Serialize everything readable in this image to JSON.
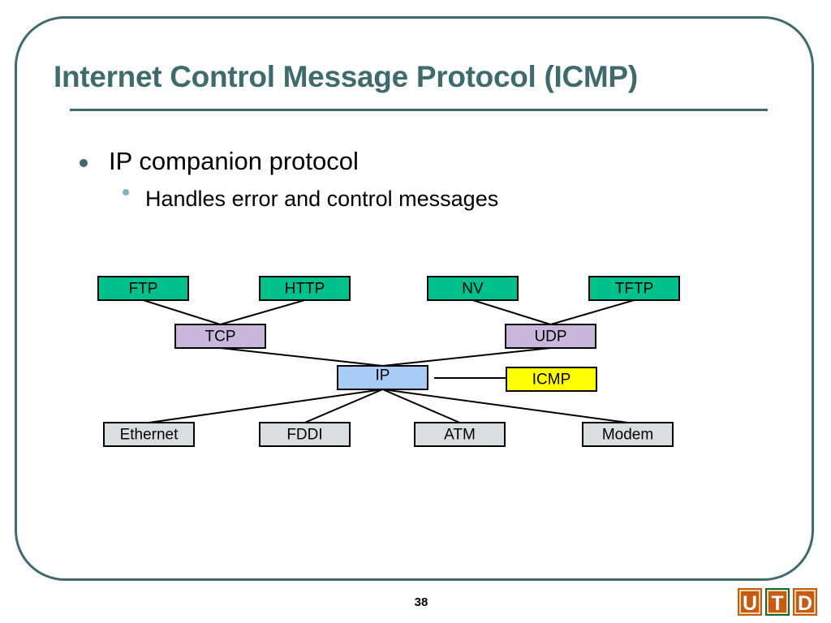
{
  "slide": {
    "title": "Internet Control Message Protocol (ICMP)",
    "bullets": [
      {
        "text": "IP companion protocol"
      },
      {
        "text": "Handles error and control messages"
      }
    ],
    "page_number": "38",
    "logo_letters": [
      "U",
      "T",
      "D"
    ]
  },
  "diagram": {
    "nodes": {
      "ftp": {
        "label": "FTP",
        "fill": "#00c08b"
      },
      "http": {
        "label": "HTTP",
        "fill": "#00c08b"
      },
      "nv": {
        "label": "NV",
        "fill": "#00c08b"
      },
      "tftp": {
        "label": "TFTP",
        "fill": "#00c08b"
      },
      "tcp": {
        "label": "TCP",
        "fill": "#c8b7da"
      },
      "udp": {
        "label": "UDP",
        "fill": "#c8b7da"
      },
      "ip": {
        "label": "IP",
        "fill": "#a9ccf7"
      },
      "icmp": {
        "label": "ICMP",
        "fill": "#ffff00"
      },
      "ethernet": {
        "label": "Ethernet",
        "fill": "#d9dfe0"
      },
      "fddi": {
        "label": "FDDI",
        "fill": "#d9dfe0"
      },
      "atm": {
        "label": "ATM",
        "fill": "#d9dfe0"
      },
      "modem": {
        "label": "Modem",
        "fill": "#d9dfe0"
      }
    },
    "edges": [
      [
        "ftp",
        "tcp"
      ],
      [
        "http",
        "tcp"
      ],
      [
        "nv",
        "udp"
      ],
      [
        "tftp",
        "udp"
      ],
      [
        "tcp",
        "ip"
      ],
      [
        "udp",
        "ip"
      ],
      [
        "ip",
        "icmp"
      ],
      [
        "ip",
        "ethernet"
      ],
      [
        "ip",
        "fddi"
      ],
      [
        "ip",
        "atm"
      ],
      [
        "ip",
        "modem"
      ]
    ]
  },
  "colors": {
    "accent": "#3f6b6e",
    "sub_bullet": "#7fb6c4",
    "logo_orange": "#c75b12"
  }
}
